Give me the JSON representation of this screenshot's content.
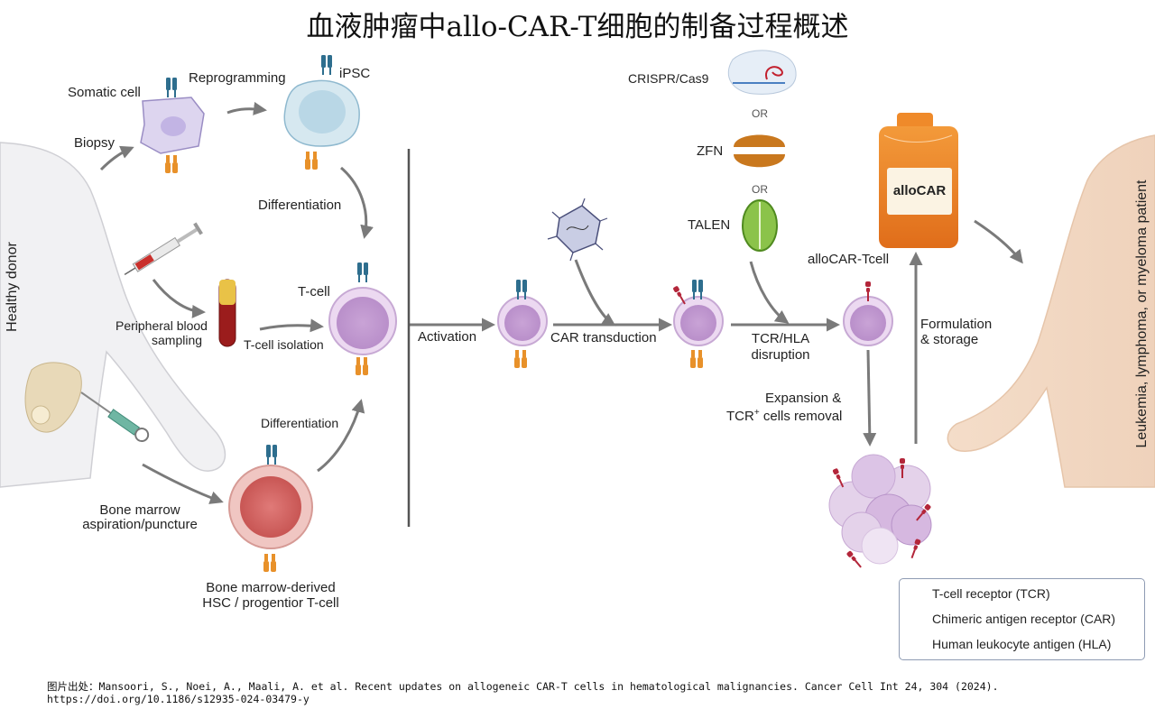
{
  "title": "血液肿瘤中allo-CAR-T细胞的制备过程概述",
  "side_labels": {
    "left": "Healthy donor",
    "right": "Leukemia, lymphoma, or myeloma patient"
  },
  "labels": {
    "somatic_cell": "Somatic cell",
    "reprogramming": "Reprogramming",
    "ipsc": "iPSC",
    "biopsy": "Biopsy",
    "differentiation_top": "Differentiation",
    "t_cell": "T-cell",
    "peripheral_blood_1": "Peripheral blood",
    "peripheral_blood_2": "sampling",
    "t_cell_isolation": "T-cell isolation",
    "differentiation_bottom": "Differentiation",
    "bone_marrow_1": "Bone marrow",
    "bone_marrow_2": "aspiration/puncture",
    "hsc_1": "Bone marrow-derived",
    "hsc_2": "HSC / progentior T-cell",
    "activation": "Activation",
    "car_transduction": "CAR transduction",
    "crispr": "CRISPR/Cas9",
    "or_1": "OR",
    "zfn": "ZFN",
    "or_2": "OR",
    "talen": "TALEN",
    "tcr_hla_1": "TCR/HLA",
    "tcr_hla_2": "disruption",
    "allocar_tcell": "alloCAR-Tcell",
    "allocar_bag": "alloCAR",
    "formulation_1": "Formulation",
    "formulation_2": "& storage",
    "expansion_1": "Expansion  &",
    "expansion_2": "TCR",
    "expansion_sup": "+",
    "expansion_3": " cells removal"
  },
  "legend": {
    "tcr": "T-cell receptor (TCR)",
    "car": "Chimeric antigen receptor (CAR)",
    "hla": "Human leukocyte antigen (HLA)"
  },
  "footer": {
    "line1": "图片出处：Mansoori, S., Noei, A., Maali, A. et al. Recent updates on allogeneic CAR-T cells in hematological malignancies. Cancer Cell Int 24, 304 (2024).",
    "line2": "https://doi.org/10.1186/s12935-024-03479-y"
  },
  "colors": {
    "tcr": "#2e6e8e",
    "car": "#b3263a",
    "hla": "#e8912a",
    "tcell": "#d7b8e0",
    "arrow": "#777777"
  }
}
